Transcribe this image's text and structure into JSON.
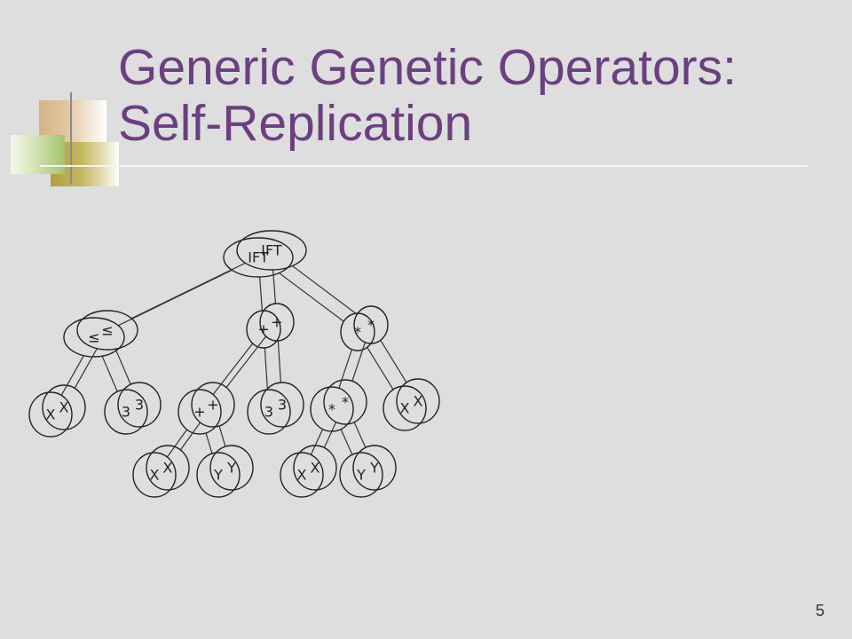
{
  "slide": {
    "title_lines": [
      "Generic Genetic Operators:",
      "Self-Replication"
    ],
    "slide_number": "5"
  },
  "colors": {
    "background": "#dedede",
    "title": "#6b4080",
    "tree_stroke": "#222222",
    "decor_tan": "#d6b283",
    "decor_olive": "#b0a040",
    "decor_green": "#a4c36c"
  },
  "diagram": {
    "trees": [
      {
        "label": "IFT",
        "children": [
          {
            "label": "≤",
            "children": [
              {
                "label": "X"
              },
              {
                "label": "3"
              }
            ]
          },
          {
            "label": "+",
            "children": [
              {
                "label": "+",
                "children": [
                  {
                    "label": "X"
                  },
                  {
                    "label": "Y"
                  }
                ]
              },
              {
                "label": "3"
              }
            ]
          },
          {
            "label": "*",
            "children": [
              {
                "label": "*",
                "children": [
                  {
                    "label": "X"
                  },
                  {
                    "label": "Y"
                  }
                ]
              },
              {
                "label": "X"
              }
            ]
          }
        ]
      },
      {
        "label": "IFT",
        "children": [
          {
            "label": "≤",
            "children": [
              {
                "label": "X"
              },
              {
                "label": "3"
              }
            ]
          },
          {
            "label": "+",
            "children": [
              {
                "label": "+",
                "children": [
                  {
                    "label": "X"
                  },
                  {
                    "label": "Y"
                  }
                ]
              },
              {
                "label": "3"
              }
            ]
          },
          {
            "label": "*",
            "children": [
              {
                "label": "*",
                "children": [
                  {
                    "label": "X"
                  },
                  {
                    "label": "Y"
                  }
                ]
              },
              {
                "label": "X"
              }
            ]
          }
        ]
      }
    ]
  }
}
